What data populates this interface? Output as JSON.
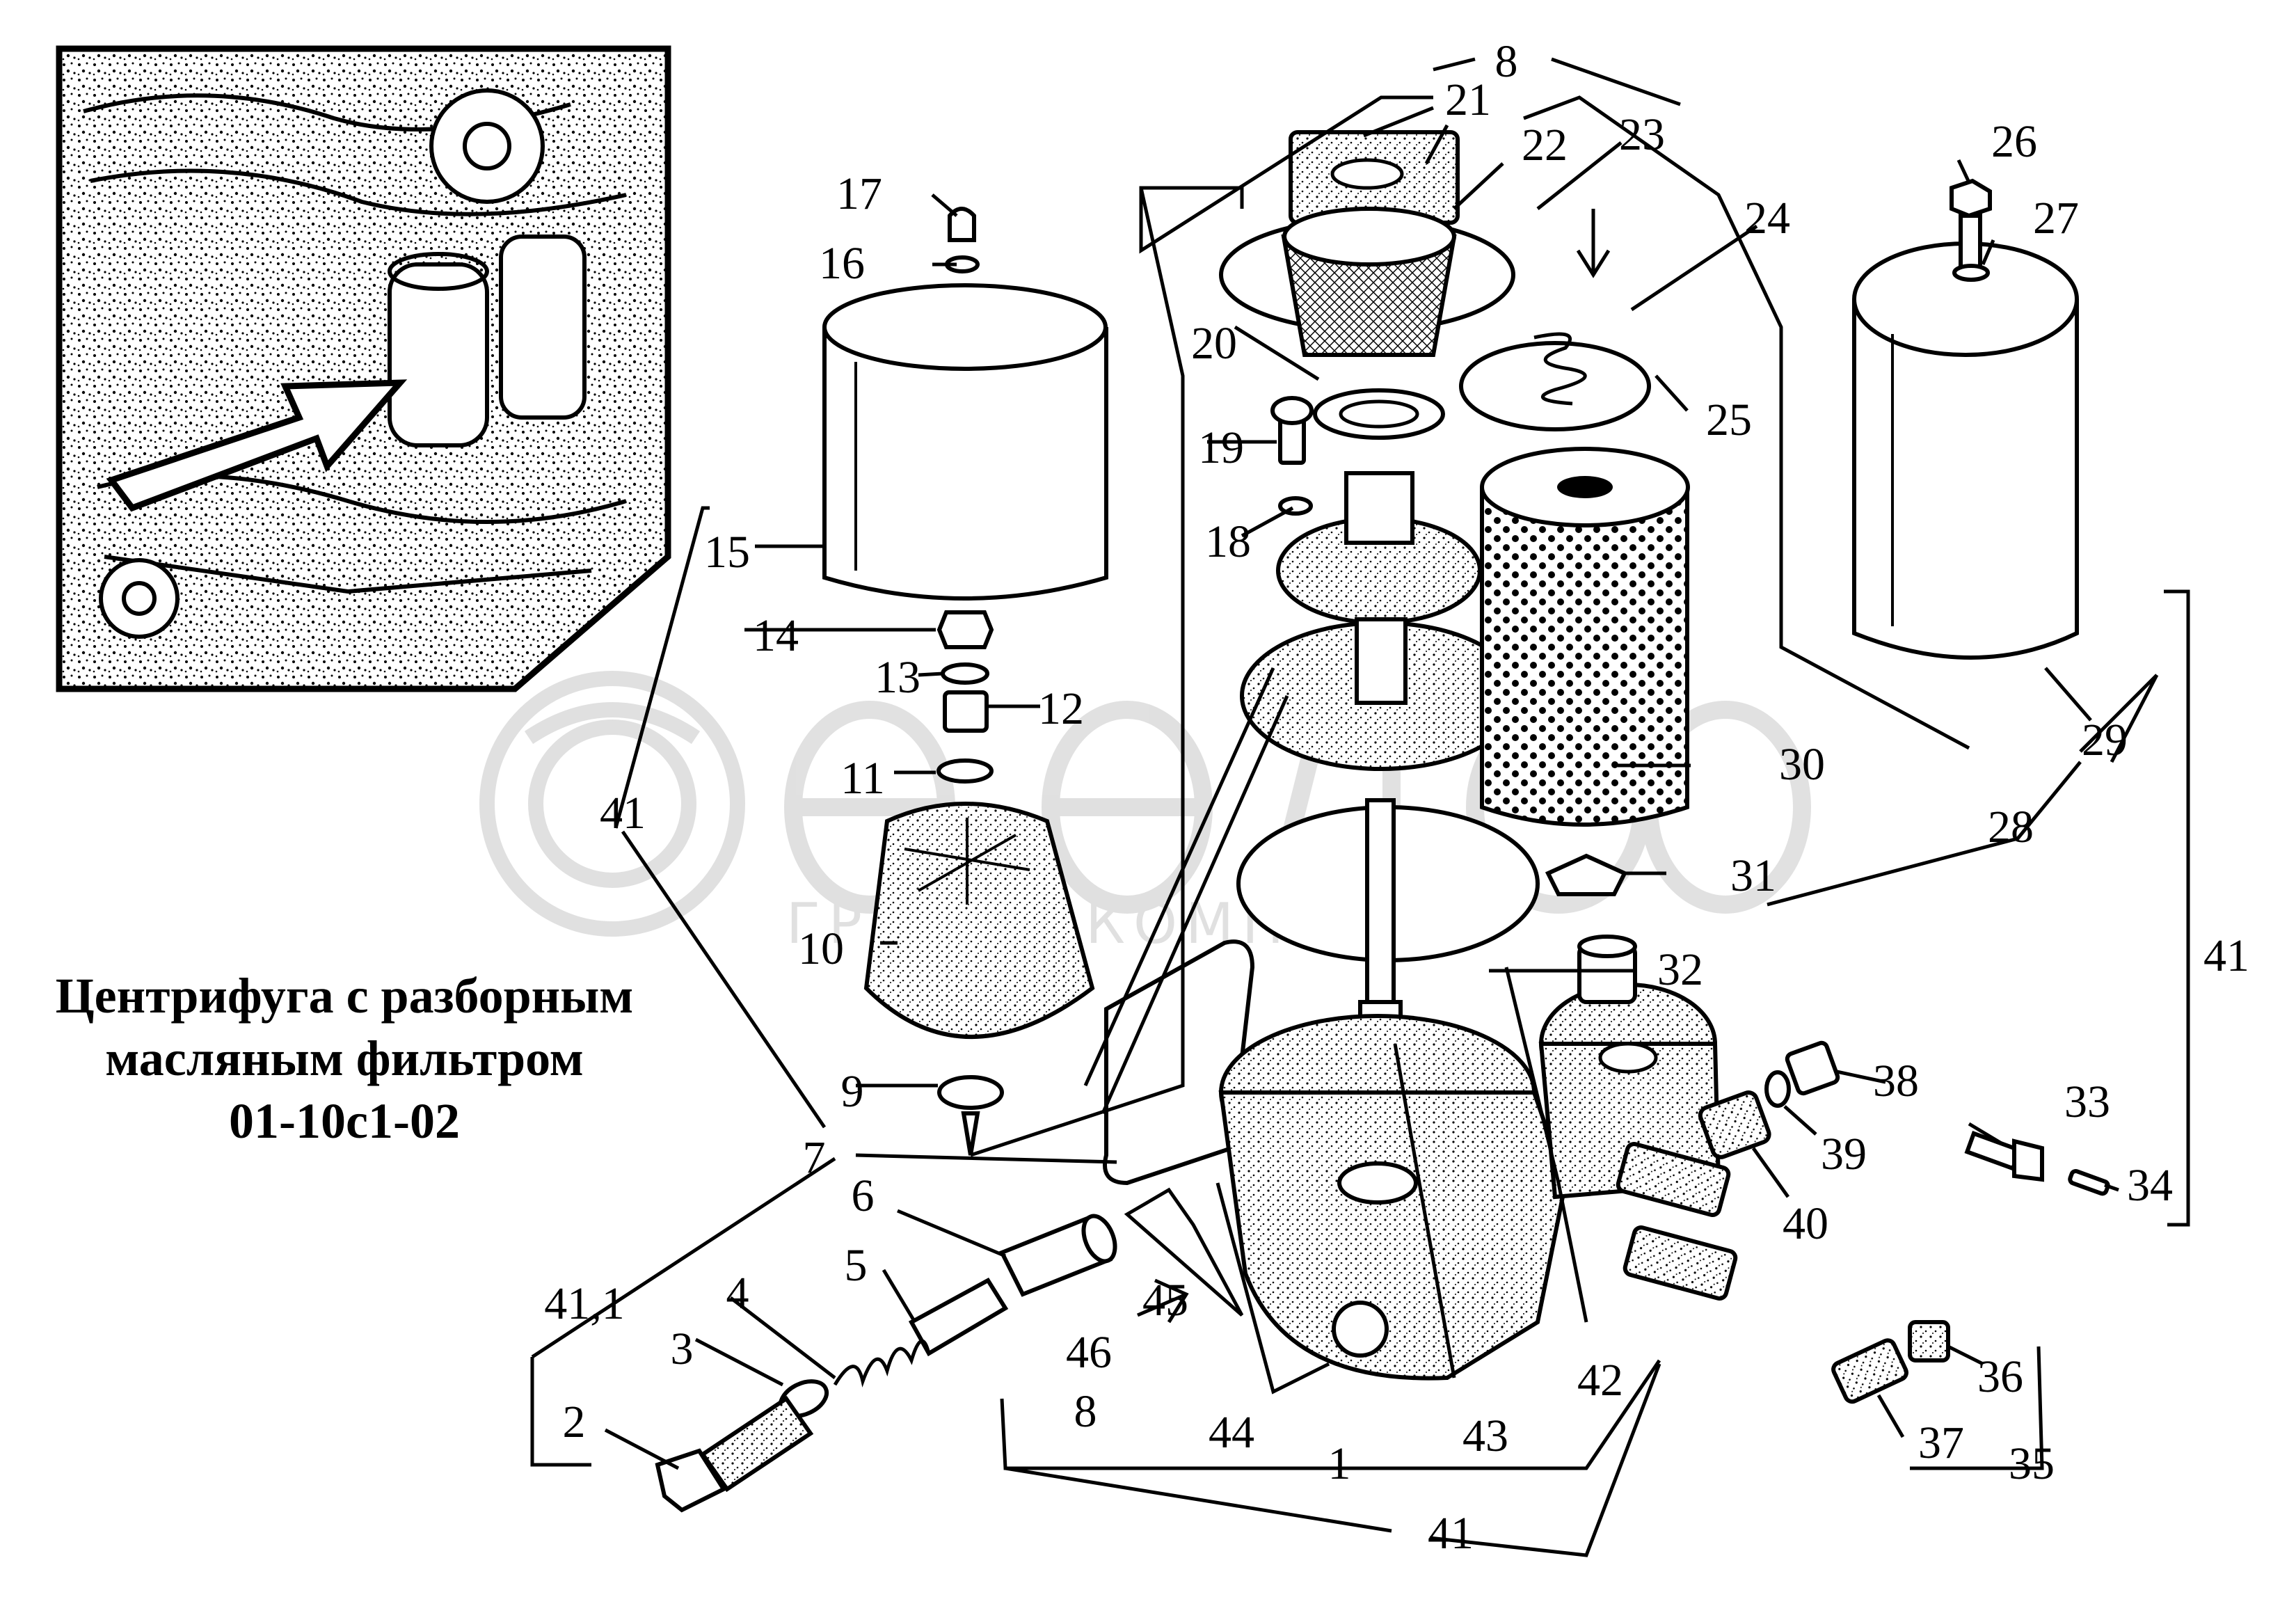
{
  "title_lines": [
    "Центрифуга с разборным",
    "масляным фильтром",
    "01-10с1-02"
  ],
  "watermark": {
    "brand_text": "белавто",
    "subtitle_text": "ГРУППА КОМПАНИЙ"
  },
  "labels": {
    "n1": "1",
    "n2": "2",
    "n3": "3",
    "n4": "4",
    "n5": "5",
    "n6": "6",
    "n7": "7",
    "n8a": "8",
    "n8b": "8",
    "n9": "9",
    "n10": "10",
    "n11": "11",
    "n12": "12",
    "n13": "13",
    "n14": "14",
    "n15": "15",
    "n16": "16",
    "n17": "17",
    "n18": "18",
    "n19": "19",
    "n20": "20",
    "n21": "21",
    "n22": "22",
    "n23": "23",
    "n24": "24",
    "n25": "25",
    "n26": "26",
    "n27": "27",
    "n28": "28",
    "n29": "29",
    "n30": "30",
    "n31": "31",
    "n32": "32",
    "n33": "33",
    "n34": "34",
    "n35": "35",
    "n36": "36",
    "n37": "37",
    "n38": "38",
    "n39": "39",
    "n40": "40",
    "n41a": "41",
    "n41b": "41",
    "n41c": "41",
    "n411": "41,1",
    "n42": "42",
    "n43": "43",
    "n44": "44",
    "n45": "45",
    "n46": "46"
  },
  "colors": {
    "ink": "#000000",
    "paper": "#ffffff",
    "watermark": "#c8c8c8"
  }
}
